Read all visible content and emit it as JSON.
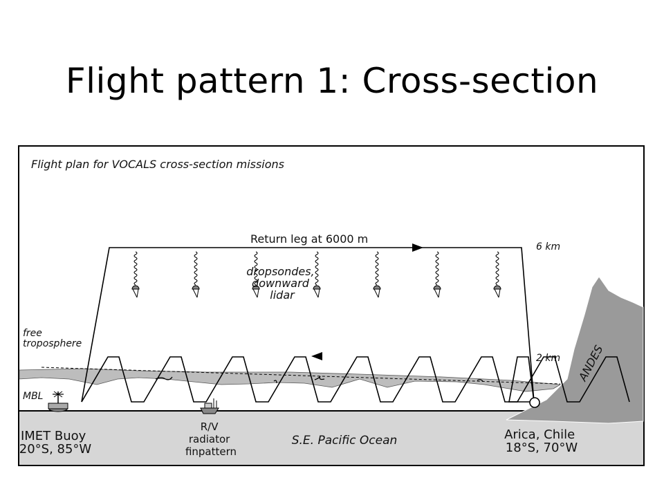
{
  "slide": {
    "title": "Flight pattern 1: Cross-section"
  },
  "figure": {
    "caption": "Flight plan for VOCALS cross-section missions",
    "return_leg_label": "Return leg at 6000 m",
    "altitude_6km": "6 km",
    "altitude_2km": "2 km",
    "dropsondes_lines": [
      "dropsondes,",
      "downward",
      "lidar"
    ],
    "free_troposphere_lines": [
      "free",
      "troposphere"
    ],
    "mbl_label": "MBL",
    "andes_label": "ANDES",
    "buoy_lines": [
      "IMET Buoy",
      "20°S, 85°W"
    ],
    "ship_lines": [
      "R/V",
      "radiator",
      "finpattern"
    ],
    "ocean_label": "S.E. Pacific Ocean",
    "arica_lines": [
      "Arica, Chile",
      "18°S, 70°W"
    ]
  },
  "colors": {
    "ocean": "#d6d6d6",
    "mountain": "#9a9a9a",
    "cloud": "#bdbdbd",
    "line": "#000000"
  }
}
